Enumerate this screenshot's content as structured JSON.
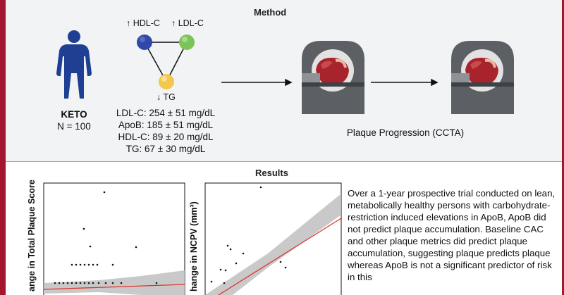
{
  "method": {
    "title": "Method",
    "group": {
      "name": "KETO",
      "n": "N = 100"
    },
    "triangle": {
      "hdl_left": "↑ HDL-C",
      "hdl_right": "↑ LDL-C",
      "tg": "↓ TG"
    },
    "lipids": [
      "LDL-C: 254 ± 51 mg/dL",
      "ApoB: 185 ± 51 mg/dL",
      "HDL-C: 89 ± 20 mg/dL",
      "TG: 67 ± 30 mg/dL"
    ],
    "outcome": "Plaque Progression (CCTA)",
    "colors": {
      "figure": "#1f3f93",
      "node_blue": "#3049a8",
      "node_green": "#7cc45a",
      "node_yellow": "#f3c84c"
    }
  },
  "results": {
    "title": "Results",
    "plot1_ylabel": "ange in Total Plaque Score",
    "plot2_ylabel": "hange in NCPV (mm³)",
    "summary": "Over a 1-year prospective trial conducted on lean, metabolically healthy persons with carbohydrate-restriction induced elevations in ApoB, ApoB did not predict plaque accumulation. Baseline CAC and other plaque metrics did predict plaque accumulation, suggesting plaque predicts plaque whereas ApoB is not a significant predictor of risk in this"
  },
  "colors": {
    "border": "#a3162d",
    "method_bg": "#f1f3f5",
    "fit_line": "#d9352b",
    "ci_band": "#bfbfbf"
  }
}
